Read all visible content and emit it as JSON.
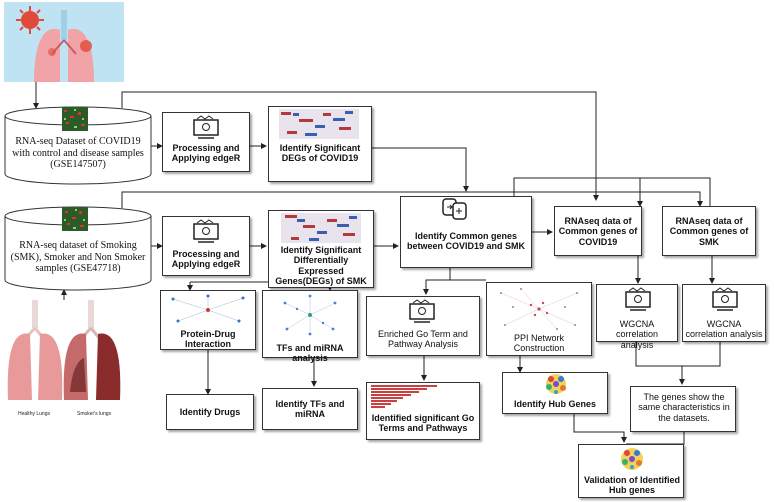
{
  "nodes": {
    "rnaseq_covid": "RNA-seq Dataset of COVID19 with control and disease samples (GSE147507)",
    "rnaseq_smoking": "RNA-seq  dataset of  Smoking (SMK), Smoker and Non Smoker samples (GSE47718)",
    "processing_1": "Processing and Applying edgeR",
    "processing_2": "Processing and Applying edgeR",
    "degs_covid": "Identify Significant DEGs of COVID19",
    "degs_smk": "Identify  Significant Differentially Expressed Genes(DEGs) of SMK",
    "common_genes": "Identify Common genes between COVID19 and SMK",
    "rnaseq_common_covid": "RNAseq data of Common genes of COVID19",
    "rnaseq_common_smk": "RNAseq data of Common genes of SMK",
    "protein_drug": "Protein-Drug Interaction",
    "tfs_mirna": "TFs and miRNA analysis",
    "enriched_go": "Enriched Go Term and Pathway Analysis",
    "ppi_network": "PPI Network Construction",
    "wgcna_1": "WGCNA correlation analysis",
    "wgcna_2": "WGCNA correlation analysis",
    "identify_drugs": "Identify Drugs",
    "identify_tfs": "Identify TFs and miRNA",
    "identified_go": "Identified significant Go Terms and Pathways",
    "hub_genes": "Identify Hub Genes",
    "same_characteristics": "The genes show the same characteristics in the datasets.",
    "validation": "Validation of Identified Hub genes"
  },
  "lung_labels": {
    "healthy": "Healthy Lungs",
    "smoker": "Smoker's lungs"
  },
  "colors": {
    "line": "#222222",
    "box_border": "#333333",
    "lung_pink": "#e89a9a",
    "lung_dark": "#8b2c2c",
    "virus_red": "#e04a3a",
    "sky": "#bfe3f2"
  }
}
